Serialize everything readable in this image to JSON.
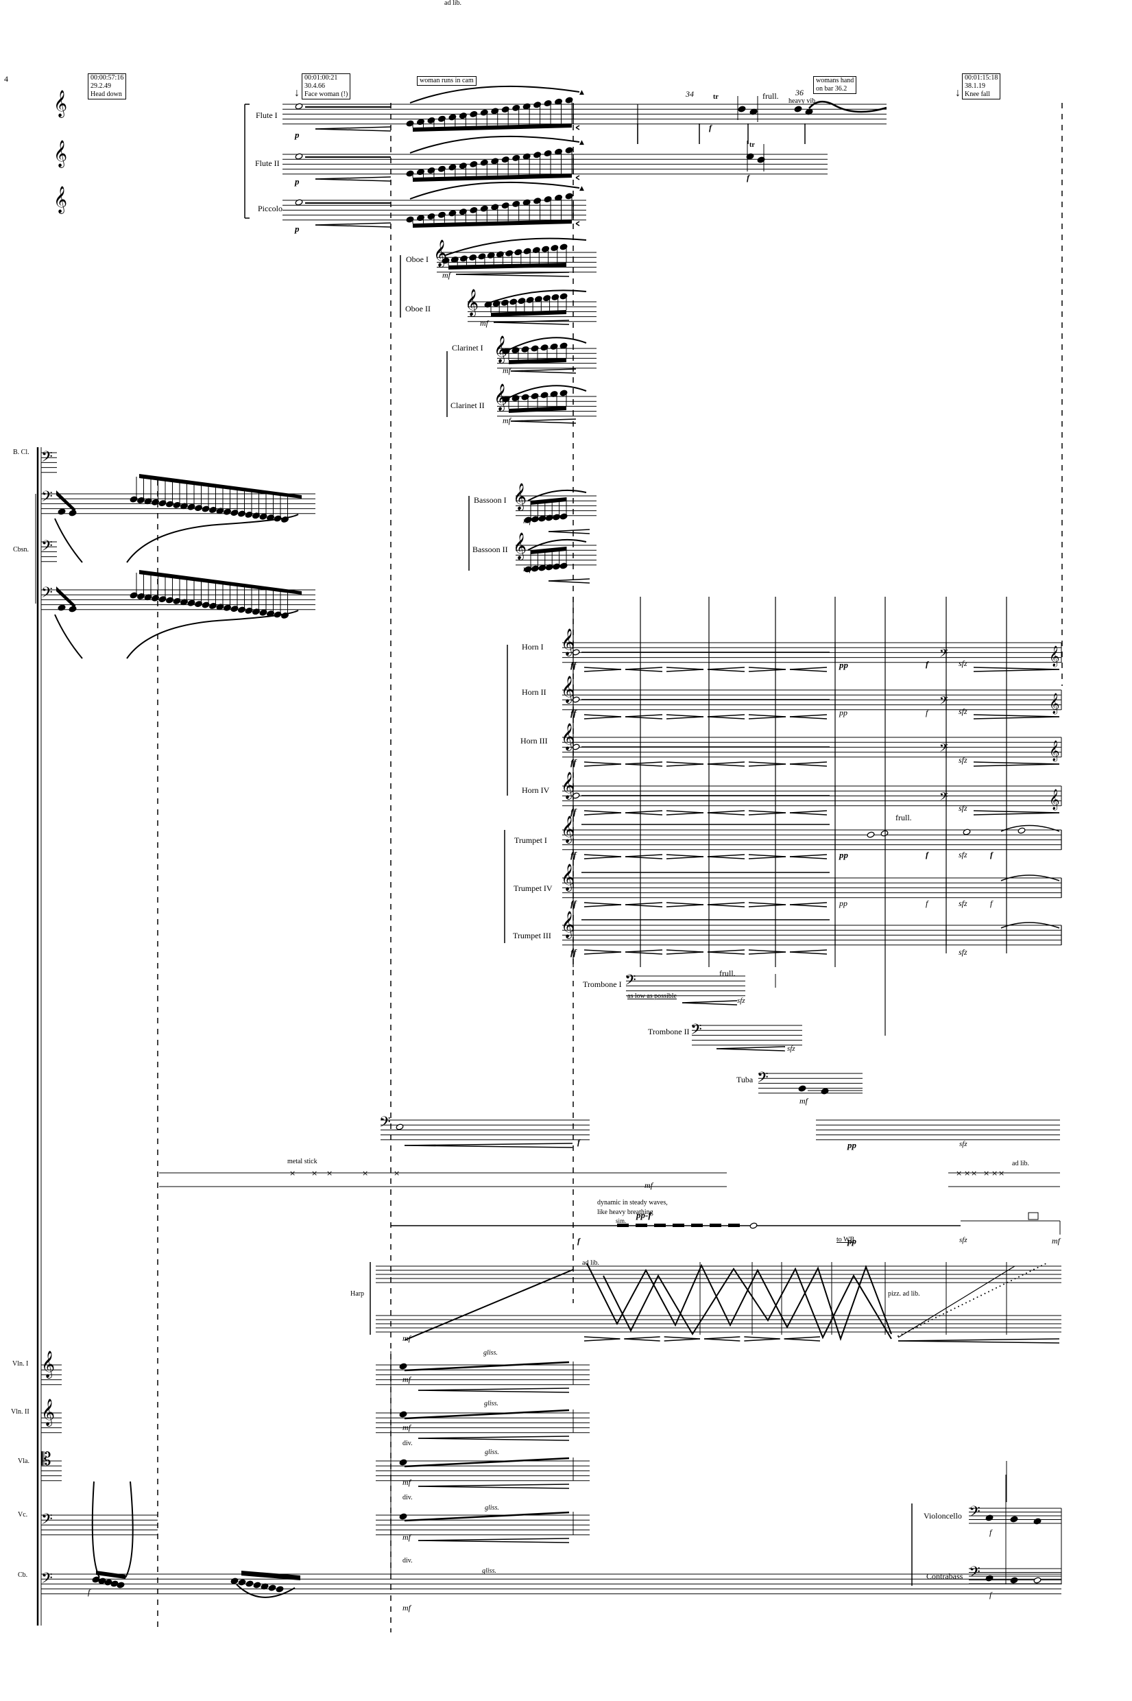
{
  "page": {
    "number": "4"
  },
  "cues": [
    {
      "time": "00:00:57:16",
      "code": "29.2.49",
      "action": "Head down"
    },
    {
      "time": "00:01:00:21",
      "code": "30.4.66",
      "action": "Face woman (!)"
    },
    {
      "time": "00:01:15:18",
      "code": "38.1.19",
      "action": "Knee fall"
    }
  ],
  "annotations": {
    "woman_runs": "woman runs in cam",
    "womans_hand_line1": "womans hand",
    "womans_hand_line2": "on bar 36.2",
    "bar_34": "34",
    "bar_36": "36",
    "frull": "frull.",
    "heavy_vib": "heavy vib.",
    "trill": "tr",
    "as_low_as_possible": "as low as possible",
    "metal_stick": "metal stick",
    "dynamic_waves_1": "dynamic in steady waves,",
    "dynamic_waves_2": "like heavy breathing",
    "sim": "sim.",
    "ad_lib": "ad lib.",
    "pizz_ad_lib": "pizz. ad lib.",
    "to_wb": "to WB",
    "gliss": "gliss.",
    "div": "div."
  },
  "instruments": {
    "flute1": "Flute I",
    "flute2": "Flute II",
    "piccolo": "Piccolo",
    "oboe1": "Oboe I",
    "oboe2": "Oboe II",
    "clarinet1": "Clarinet I",
    "clarinet2": "Clarinet II",
    "bass_clarinet": "B. Cl.",
    "contrabassoon": "Cbsn.",
    "bassoon1": "Bassoon I",
    "bassoon2": "Bassoon II",
    "horn1": "Horn I",
    "horn2": "Horn II",
    "horn3": "Horn III",
    "horn4": "Horn IV",
    "trumpet1": "Trumpet I",
    "trumpet4": "Trumpet IV",
    "trumpet3": "Trumpet III",
    "trombone1": "Trombone I",
    "trombone2": "Trombone II",
    "tuba": "Tuba",
    "harp": "Harp",
    "violin1": "Vln. I",
    "violin2": "Vln. II",
    "viola": "Vla.",
    "cello": "Vc.",
    "contrabass_short": "Cb.",
    "violoncello": "Violoncello",
    "contrabass": "Contrabass"
  },
  "dynamics": {
    "p": "p",
    "f": "f",
    "mf": "mf",
    "ff": "ff",
    "pp": "pp",
    "sfz": "sfz",
    "pp_f": "pp-f"
  }
}
